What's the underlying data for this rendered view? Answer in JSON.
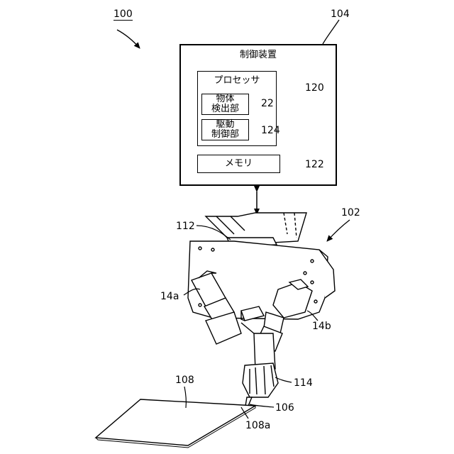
{
  "labels": {
    "system": "100",
    "controller": "104",
    "controller_title": "制御装置",
    "processor_title": "プロセッサ",
    "processor_ref": "120",
    "object_detection_line1": "物体",
    "object_detection_line2": "検出部",
    "object_detection_ref": "22",
    "drive_control_line1": "駆動",
    "drive_control_line2": "制御部",
    "drive_control_ref": "124",
    "memory_title": "メモリ",
    "memory_ref": "122",
    "robot_ref": "102",
    "base_ref": "112",
    "motor_a_ref": "14a",
    "motor_b_ref": "14b",
    "end_effector_ref": "114",
    "tool_ref": "106",
    "workpiece_ref": "108",
    "workpiece_edge_ref": "108a"
  }
}
